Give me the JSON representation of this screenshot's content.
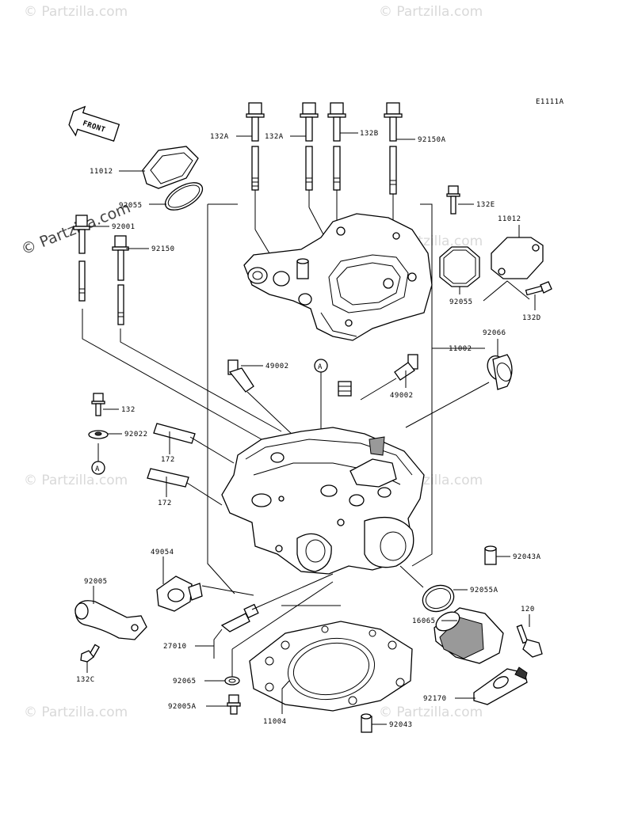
{
  "diagram_code": "E1111A",
  "front_label": "FRONT",
  "watermarks": {
    "main": "© Partzilla.com",
    "tile": "© Partzilla.com"
  },
  "markers": {
    "a1": "A",
    "a2": "A"
  },
  "parts": {
    "p132A_1": "132A",
    "p132A_2": "132A",
    "p132B": "132B",
    "p92150A": "92150A",
    "p11012_top": "11012",
    "p92055_top": "92055",
    "p92001": "92001",
    "p92150": "92150",
    "p132E": "132E",
    "p11012_right": "11012",
    "p92055_right": "92055",
    "p132D": "132D",
    "p92066": "92066",
    "p11002": "11002",
    "p49002_left": "49002",
    "p49002_right": "49002",
    "p132": "132",
    "p92022": "92022",
    "p172_1": "172",
    "p172_2": "172",
    "p49054": "49054",
    "p92005": "92005",
    "p132C": "132C",
    "p92043A": "92043A",
    "p92055A": "92055A",
    "p16065": "16065",
    "p120": "120",
    "p27010": "27010",
    "p92065": "92065",
    "p92005A": "92005A",
    "p11004": "11004",
    "p92170": "92170",
    "p92043": "92043"
  }
}
